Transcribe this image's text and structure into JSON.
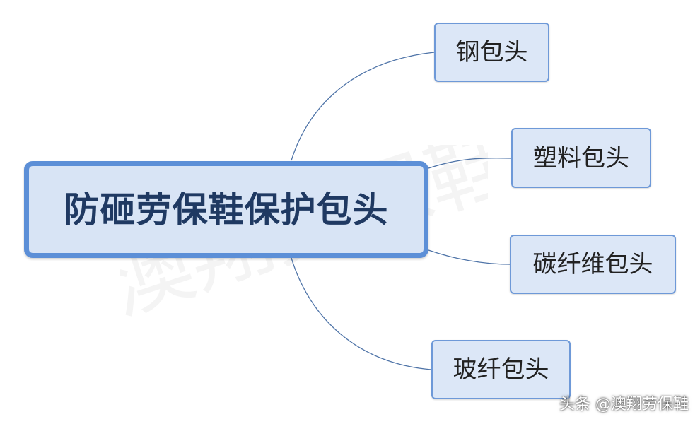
{
  "diagram": {
    "root": {
      "label": "防砸劳保鞋保护包头"
    },
    "children": [
      {
        "label": "钢包头"
      },
      {
        "label": "塑料包头"
      },
      {
        "label": "碳纤维包头"
      },
      {
        "label": "玻纤包头"
      }
    ]
  },
  "overlay": {
    "attribution": "头条 @澳翔劳保鞋",
    "watermark": "澳翔劳保鞋"
  },
  "colors": {
    "root_fill": "#d8e4f5",
    "root_border": "#5c8fd7",
    "child_fill": "#dce7f7",
    "child_border": "#6e99d8",
    "connector": "#4f74a8",
    "root_text": "#1f3962"
  }
}
